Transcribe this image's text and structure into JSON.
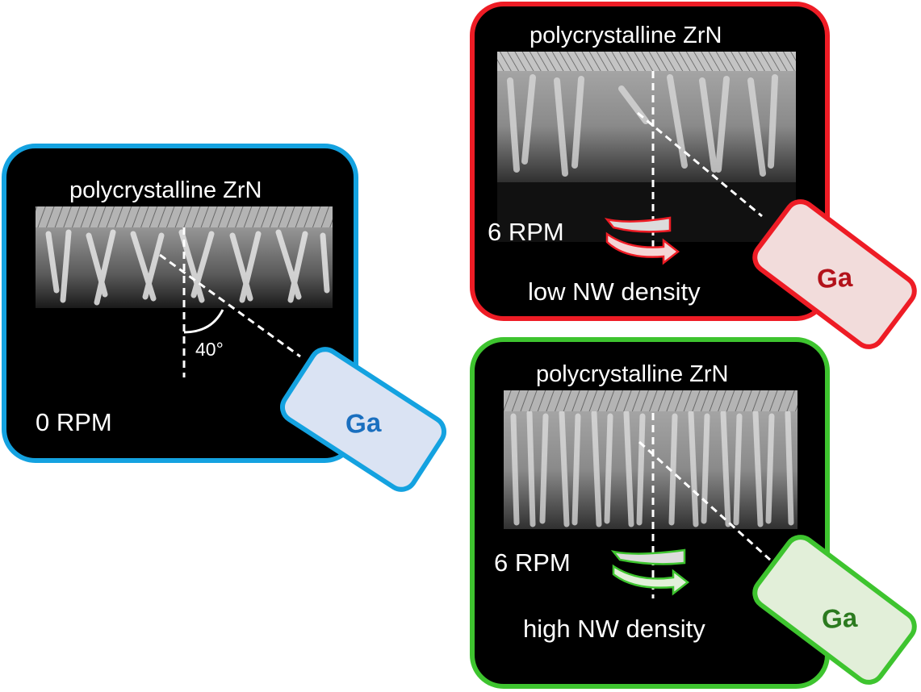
{
  "panels": {
    "zero_rpm": {
      "substrate_label": "polycrystalline ZrN",
      "rpm_label": "0 RPM",
      "angle_label": "40°",
      "source_label": "Ga"
    },
    "low_density": {
      "substrate_label": "polycrystalline ZrN",
      "rpm_label": "6 RPM",
      "density_label": "low NW density",
      "source_label": "Ga"
    },
    "high_density": {
      "substrate_label": "polycrystalline ZrN",
      "rpm_label": "6 RPM",
      "density_label": "high NW density",
      "source_label": "Ga"
    }
  },
  "colors": {
    "blue": "#14a2e0",
    "red": "#ee1c25",
    "green": "#3ec42f",
    "ga_blue_text": "#1a6fbf",
    "ga_red_text": "#b3121a",
    "ga_green_text": "#2b7a1f"
  }
}
